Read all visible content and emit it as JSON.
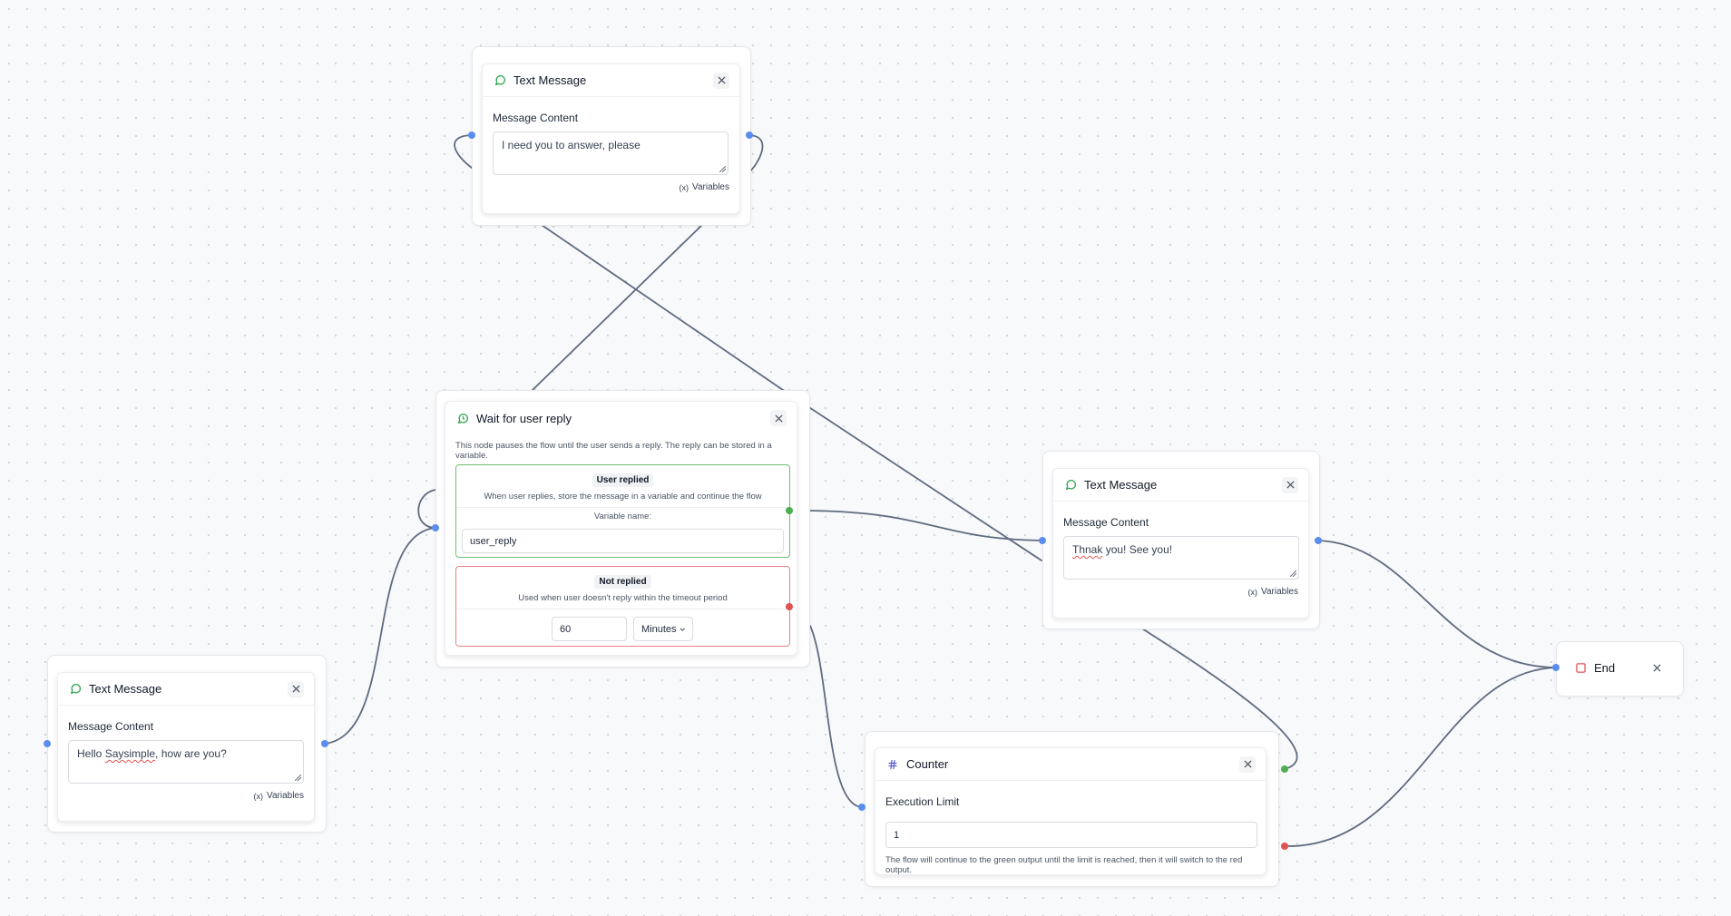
{
  "colors": {
    "edge": "#5f6b80",
    "handle_blue": "#5b8def",
    "handle_green": "#4caf50",
    "handle_red": "#e05252",
    "icon_green": "#2fa44f",
    "counter_icon": "#5b5fd6"
  },
  "text_nodes": [
    {
      "id": "tm_top",
      "title": "Text Message",
      "field_label": "Message Content",
      "message_parts": [
        {
          "t": "I need you to answer, please",
          "err": false
        }
      ],
      "variables_label": "Variables",
      "icon": "message-circle-icon"
    },
    {
      "id": "tm_right",
      "title": "Text Message",
      "field_label": "Message Content",
      "message_parts": [
        {
          "t": "Thnak",
          "err": true
        },
        {
          "t": " you! See you!",
          "err": false
        }
      ],
      "variables_label": "Variables",
      "icon": "message-circle-icon"
    },
    {
      "id": "tm_left",
      "title": "Text Message",
      "field_label": "Message Content",
      "message_parts": [
        {
          "t": "Hello ",
          "err": false
        },
        {
          "t": "Saysimple",
          "err": true
        },
        {
          "t": ", how are you?",
          "err": false
        }
      ],
      "variables_label": "Variables",
      "icon": "message-circle-icon"
    }
  ],
  "wait_node": {
    "title": "Wait for user reply",
    "icon": "message-clock-icon",
    "description": "This node pauses the flow until the user sends a reply. The reply can be stored in a variable.",
    "replied": {
      "badge": "User replied",
      "description": "When user replies, store the message in a variable and continue the flow",
      "variable_label": "Variable name:",
      "variable_value": "user_reply"
    },
    "not_replied": {
      "badge": "Not replied",
      "description": "Used when user doesn't reply within the timeout period",
      "timeout_value": "60",
      "timeout_unit": "Minutes"
    }
  },
  "counter_node": {
    "title": "Counter",
    "icon": "hash-icon",
    "field_label": "Execution Limit",
    "value": "1",
    "help": "The flow will continue to the green output until the limit is reached, then it will switch to the red output."
  },
  "end_node": {
    "title": "End",
    "icon": "square-stop-icon"
  }
}
